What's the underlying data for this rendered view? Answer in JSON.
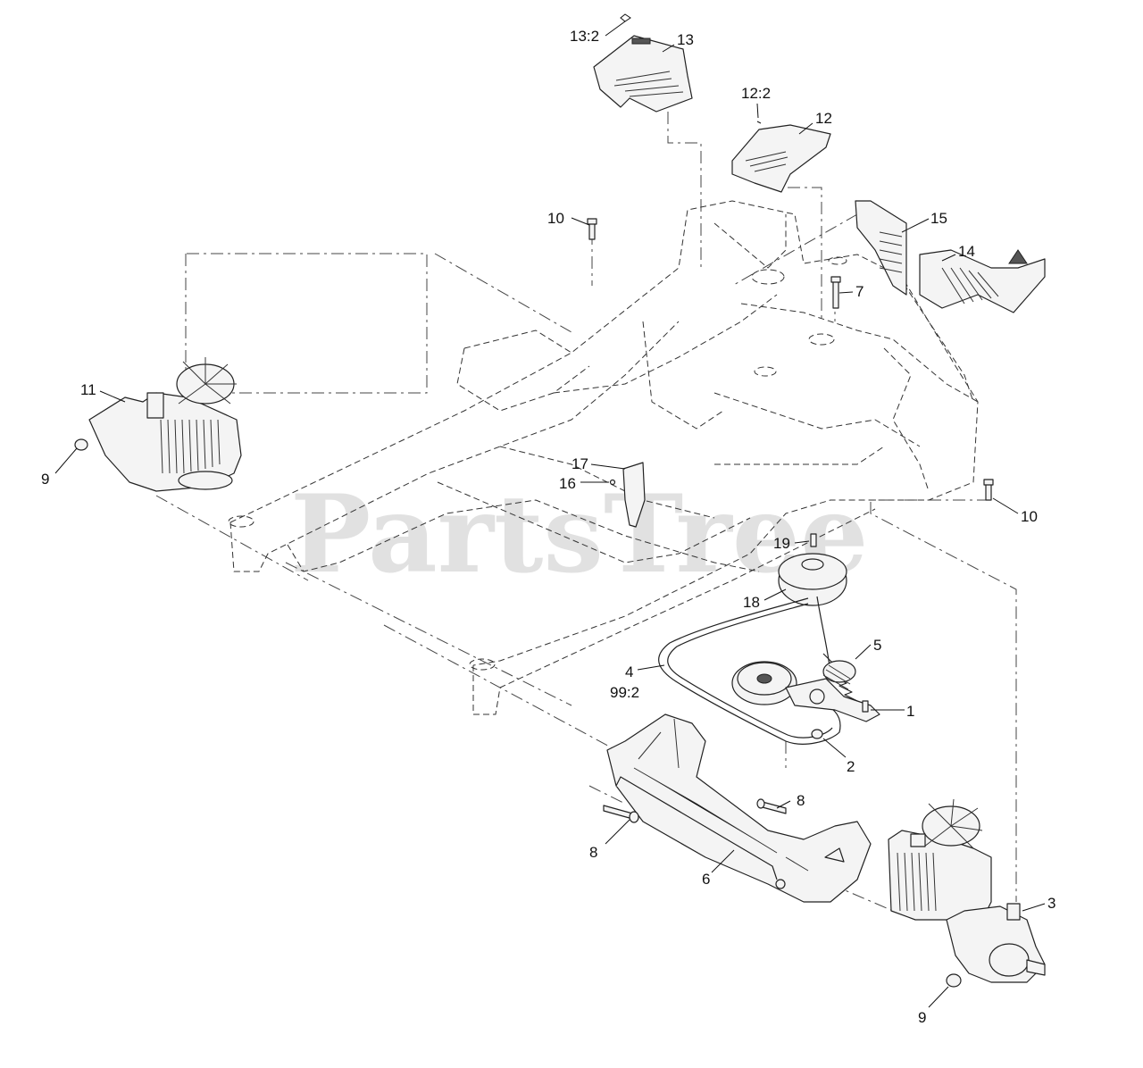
{
  "watermark": "PartsTree",
  "callouts": {
    "c1": "1",
    "c2": "2",
    "c3": "3",
    "c4": "4",
    "c4b": "99:2",
    "c5": "5",
    "c6": "6",
    "c7": "7",
    "c8a": "8",
    "c8b": "8",
    "c9a": "9",
    "c9b": "9",
    "c10a": "10",
    "c10b": "10",
    "c11": "11",
    "c12": "12",
    "c12b": "12:2",
    "c13": "13",
    "c13b": "13:2",
    "c14": "14",
    "c15": "15",
    "c16": "16",
    "c17": "17",
    "c18": "18",
    "c19": "19"
  }
}
